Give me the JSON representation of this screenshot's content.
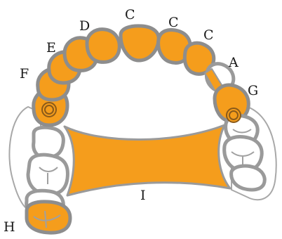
{
  "labels": {
    "a": "A",
    "c1": "C",
    "c2": "C",
    "c3": "C",
    "d": "D",
    "e": "E",
    "f": "F",
    "g": "G",
    "h": "H",
    "i": "I"
  },
  "colors": {
    "prosthesis": "#f59d1c",
    "outline": "#8d8d8d",
    "natural_tooth": "#ffffff",
    "gum": "#a8a8a8"
  }
}
